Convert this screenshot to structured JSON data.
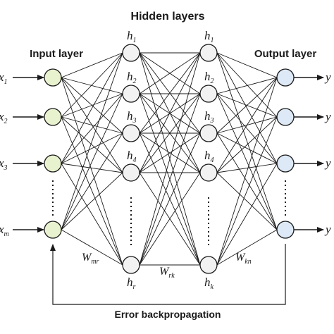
{
  "titles": {
    "hidden": "Hidden layers",
    "input": "Input layer",
    "output": "Output layer",
    "error": "Error backpropagation"
  },
  "input_labels": [
    {
      "base": "x",
      "sub": "1"
    },
    {
      "base": "x",
      "sub": "2"
    },
    {
      "base": "x",
      "sub": "3"
    },
    {
      "base": "x",
      "sub": "m"
    }
  ],
  "hidden1_labels": [
    {
      "base": "h",
      "sub": "1"
    },
    {
      "base": "h",
      "sub": "2"
    },
    {
      "base": "h",
      "sub": "3"
    },
    {
      "base": "h",
      "sub": "4"
    },
    {
      "base": "h",
      "sub": "r"
    }
  ],
  "hidden2_labels": [
    {
      "base": "h",
      "sub": "1"
    },
    {
      "base": "h",
      "sub": "2"
    },
    {
      "base": "h",
      "sub": "3"
    },
    {
      "base": "h",
      "sub": "4"
    },
    {
      "base": "h",
      "sub": "k"
    }
  ],
  "output_labels": [
    {
      "base": "y",
      "sub": ""
    },
    {
      "base": "y",
      "sub": ""
    },
    {
      "base": "y",
      "sub": ""
    },
    {
      "base": "y",
      "sub": ""
    }
  ],
  "weights": {
    "w1": {
      "base": "W",
      "sub": "mr"
    },
    "w2": {
      "base": "W",
      "sub": "rk"
    },
    "w3": {
      "base": "W",
      "sub": "kn"
    }
  },
  "colors": {
    "input_node": "#e8f2cf",
    "hidden_node": "#f2f2f2",
    "output_node": "#dde9f6",
    "stroke": "#1a1a1a"
  }
}
